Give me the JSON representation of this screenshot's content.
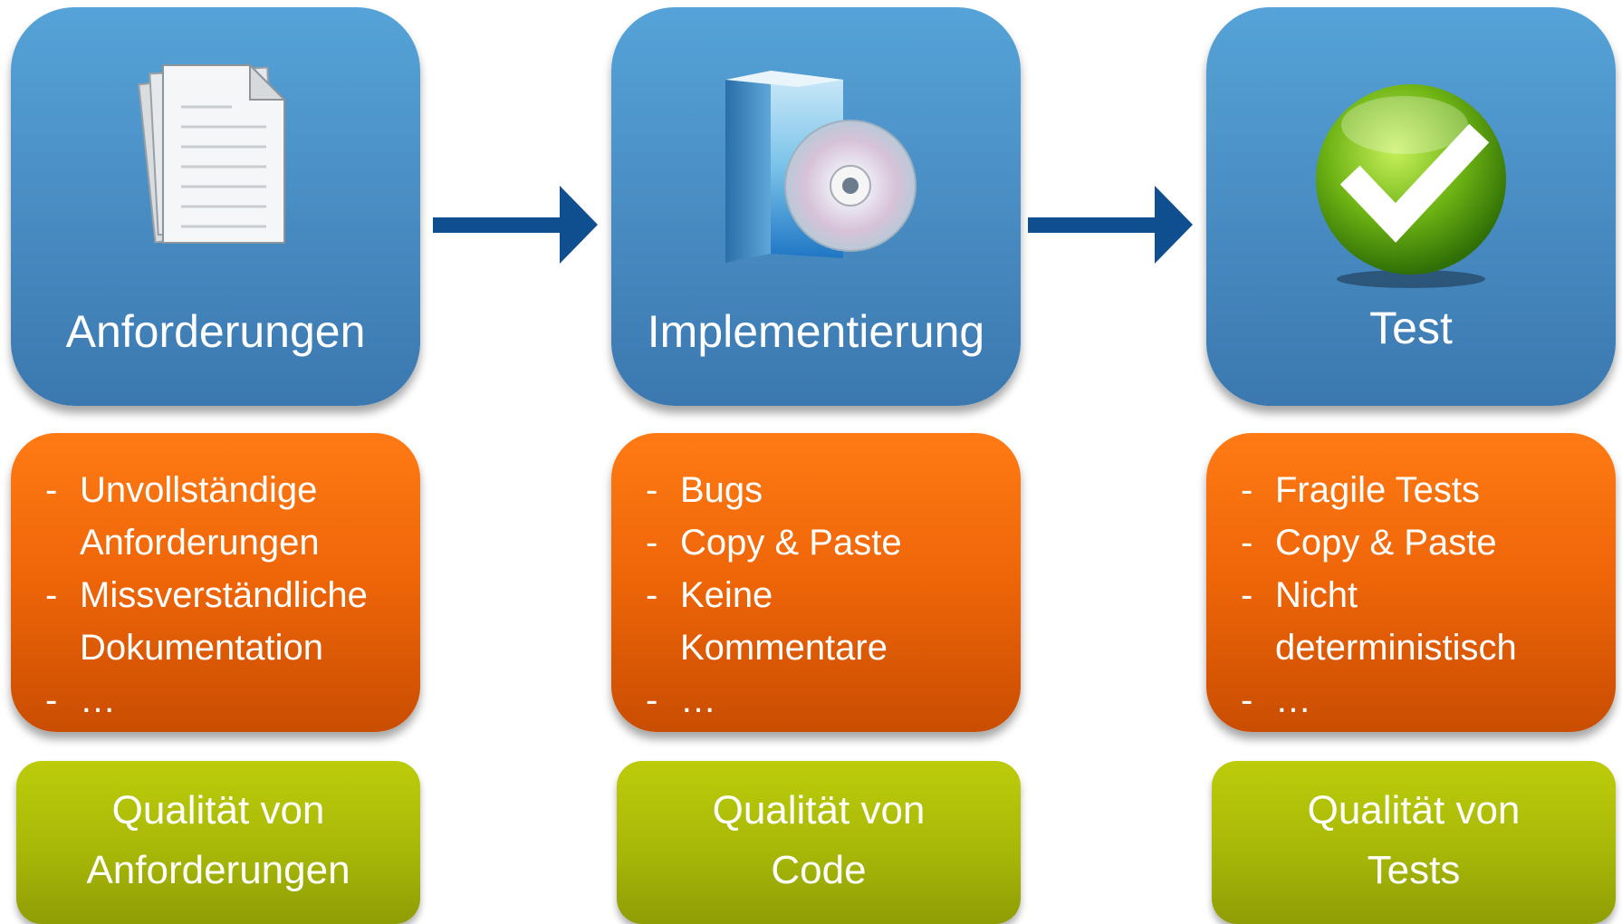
{
  "stages": [
    {
      "title": "Anforderungen",
      "icon": "document-icon",
      "issues": [
        {
          "bullet": "-",
          "lines": [
            "Unvollständige",
            "Anforderungen"
          ]
        },
        {
          "bullet": "-",
          "lines": [
            "Missverständliche",
            "Dokumentation"
          ]
        },
        {
          "bullet": "-",
          "lines": [
            "…"
          ]
        }
      ],
      "quality": [
        "Qualität von",
        "Anforderungen"
      ]
    },
    {
      "title": "Implementierung",
      "icon": "software-box-cd-icon",
      "issues": [
        {
          "bullet": "-",
          "lines": [
            "Bugs"
          ]
        },
        {
          "bullet": "-",
          "lines": [
            "Copy & Paste"
          ]
        },
        {
          "bullet": "-",
          "lines": [
            "Keine",
            "Kommentare"
          ]
        },
        {
          "bullet": "-",
          "lines": [
            "…"
          ]
        }
      ],
      "quality": [
        "Qualität von",
        "Code"
      ]
    },
    {
      "title": "Test",
      "icon": "green-checkmark-icon",
      "issues": [
        {
          "bullet": "-",
          "lines": [
            "Fragile Tests"
          ]
        },
        {
          "bullet": "-",
          "lines": [
            "Copy & Paste"
          ]
        },
        {
          "bullet": "-",
          "lines": [
            "Nicht",
            "deterministisch"
          ]
        },
        {
          "bullet": "-",
          "lines": [
            "…"
          ]
        }
      ],
      "quality": [
        "Qualität von",
        "Tests"
      ]
    }
  ],
  "colors": {
    "stage": "#4a8fc5",
    "issues": "#ee6508",
    "quality": "#a8b808",
    "arrow": "#0f4f8f"
  }
}
